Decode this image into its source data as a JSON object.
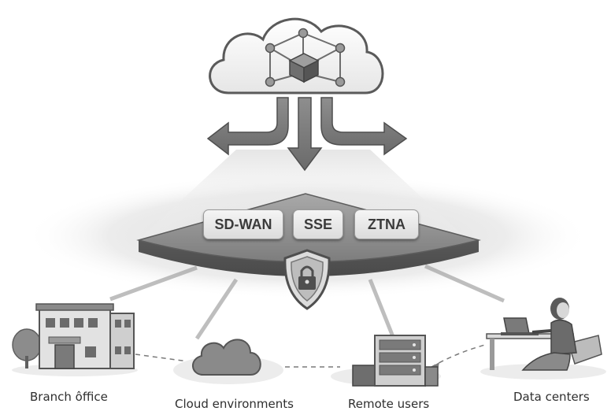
{
  "platform": {
    "pills": [
      "SD-WAN",
      "SSE",
      "ZTNA"
    ]
  },
  "nodes": {
    "branch_office": "Branch ôffice",
    "cloud_environments": "Cloud environments",
    "remote_users": "Remote users",
    "data_centers": "Data centers"
  },
  "icons": {
    "cloud": "cloud-network-icon",
    "shield": "shield-lock-icon",
    "branch": "building-icon",
    "cloud_env": "cloud-icon",
    "remote": "server-rack-icon",
    "datacenter": "person-laptop-icon"
  },
  "colors": {
    "primary_gray": "#6e6e6e",
    "light_gray": "#d9d9d9",
    "platform_top": "#8a8a8a"
  }
}
